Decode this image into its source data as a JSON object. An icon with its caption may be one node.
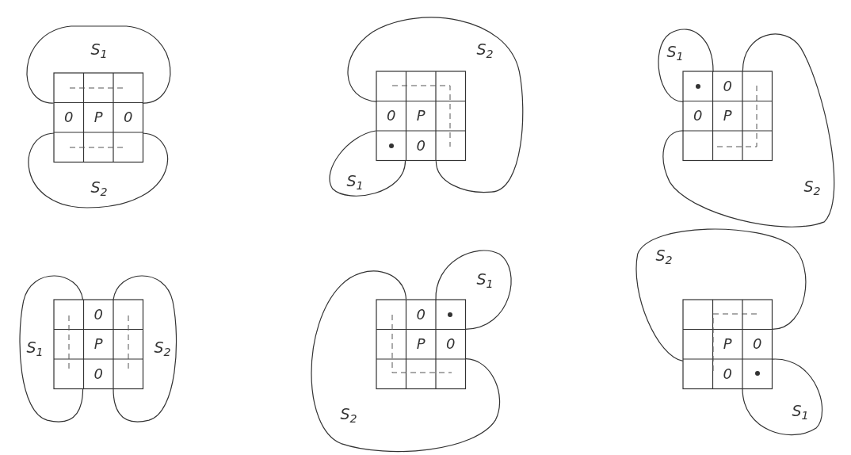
{
  "diagram": {
    "nodes": [
      {
        "text": [
          "S$_{1}$"
        ]
      },
      {
        "text": [
          "S$_{2}$"
        ]
      },
      {
        "text": [
          "S$_{2}$"
        ]
      },
      {
        "text": [
          "S$_{1}$"
        ]
      },
      {
        "text": [
          "S$_{1}$"
        ]
      },
      {
        "text": [
          "S$_{2}$"
        ]
      },
      {
        "text": [
          "S$_{1}$"
        ]
      },
      {
        "text": [
          "S$_{2}$"
        ]
      },
      {
        "text": [
          "S$_{1}$"
        ]
      },
      {
        "text": [
          "S$_{2}$"
        ]
      },
      {
        "text": [
          "S$_{2}$"
        ]
      },
      {
        "text": [
          "S$_{1}$"
        ]
      }
    ],
    "labels": [
      "0",
      "P",
      "0",
      "0",
      "P",
      "0",
      "0",
      "0",
      "P",
      "0",
      "P",
      "0",
      "0",
      "P",
      "0",
      "P",
      "0",
      "0"
    ]
  }
}
